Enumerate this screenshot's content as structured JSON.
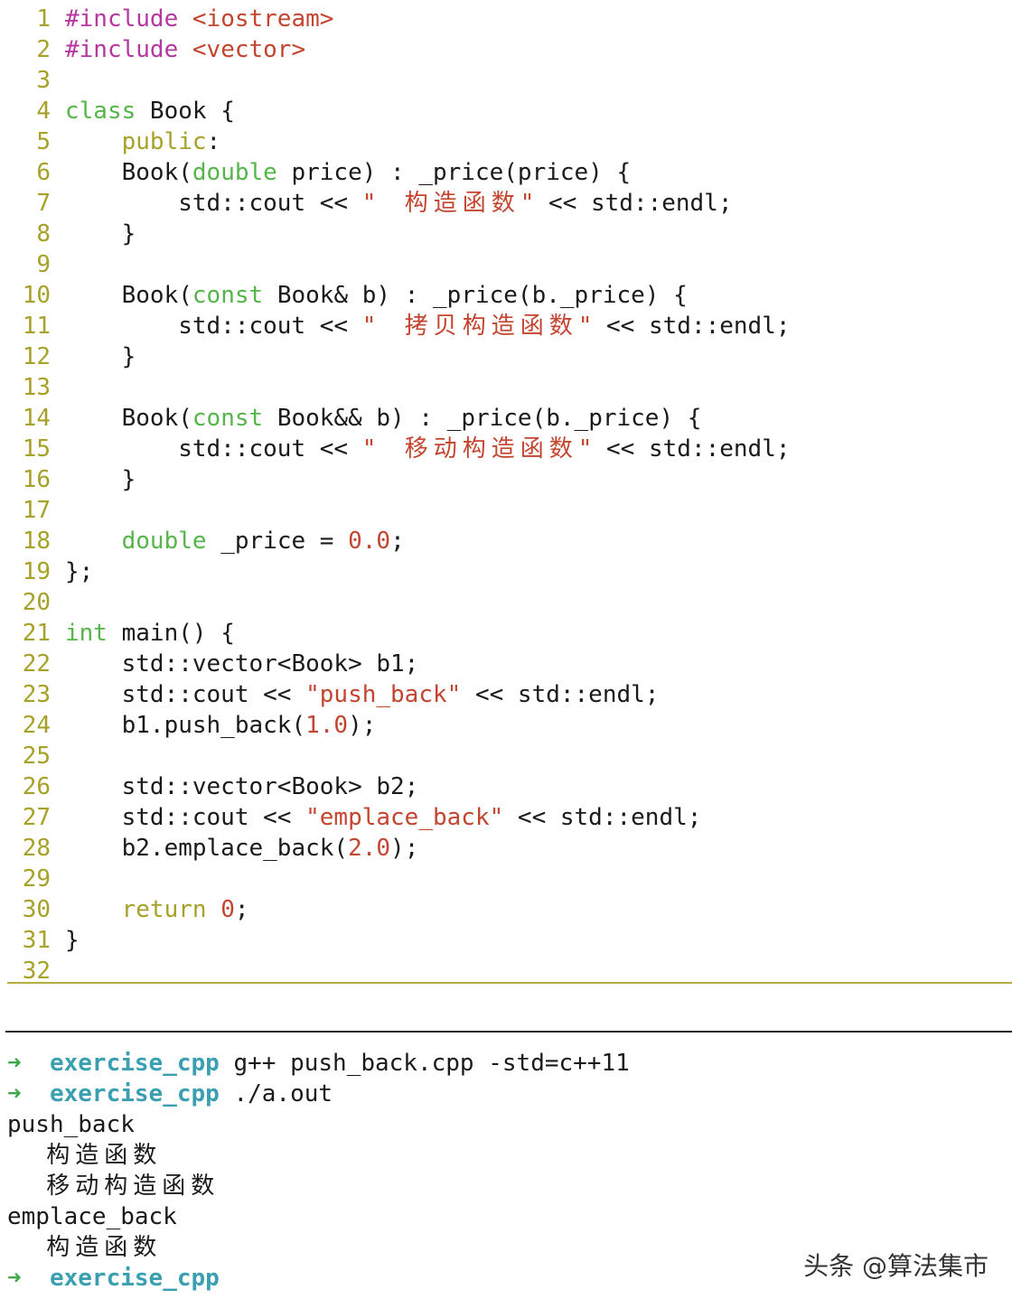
{
  "editor": {
    "lines": [
      {
        "n": "1",
        "tokens": [
          {
            "t": "#include",
            "c": "kw-pre"
          },
          {
            "t": " ",
            "c": "plain"
          },
          {
            "t": "<iostream>",
            "c": "str"
          }
        ]
      },
      {
        "n": "2",
        "tokens": [
          {
            "t": "#include",
            "c": "kw-pre"
          },
          {
            "t": " ",
            "c": "plain"
          },
          {
            "t": "<vector>",
            "c": "str"
          }
        ]
      },
      {
        "n": "3",
        "tokens": []
      },
      {
        "n": "4",
        "tokens": [
          {
            "t": "class",
            "c": "kw-type"
          },
          {
            "t": " Book {",
            "c": "plain"
          }
        ]
      },
      {
        "n": "5",
        "tokens": [
          {
            "t": "    ",
            "c": "plain"
          },
          {
            "t": "public",
            "c": "kw-acc"
          },
          {
            "t": ":",
            "c": "plain"
          }
        ]
      },
      {
        "n": "6",
        "tokens": [
          {
            "t": "    Book(",
            "c": "plain"
          },
          {
            "t": "double",
            "c": "kw-type"
          },
          {
            "t": " price) : _price(price) {",
            "c": "plain"
          }
        ]
      },
      {
        "n": "7",
        "tokens": [
          {
            "t": "        std::cout << ",
            "c": "plain"
          },
          {
            "t": "\"  ",
            "c": "str"
          },
          {
            "t": "构造函数",
            "c": "str cn"
          },
          {
            "t": "\"",
            "c": "str"
          },
          {
            "t": " << std::endl;",
            "c": "plain"
          }
        ]
      },
      {
        "n": "8",
        "tokens": [
          {
            "t": "    }",
            "c": "plain"
          }
        ]
      },
      {
        "n": "9",
        "tokens": []
      },
      {
        "n": "10",
        "tokens": [
          {
            "t": "    Book(",
            "c": "plain"
          },
          {
            "t": "const",
            "c": "kw-type"
          },
          {
            "t": " Book& b) : _price(b._price) {",
            "c": "plain"
          }
        ]
      },
      {
        "n": "11",
        "tokens": [
          {
            "t": "        std::cout << ",
            "c": "plain"
          },
          {
            "t": "\"  ",
            "c": "str"
          },
          {
            "t": "拷贝构造函数",
            "c": "str cn"
          },
          {
            "t": "\"",
            "c": "str"
          },
          {
            "t": " << std::endl;",
            "c": "plain"
          }
        ]
      },
      {
        "n": "12",
        "tokens": [
          {
            "t": "    }",
            "c": "plain"
          }
        ]
      },
      {
        "n": "13",
        "tokens": []
      },
      {
        "n": "14",
        "tokens": [
          {
            "t": "    Book(",
            "c": "plain"
          },
          {
            "t": "const",
            "c": "kw-type"
          },
          {
            "t": " Book&& b) : _price(b._price) {",
            "c": "plain"
          }
        ]
      },
      {
        "n": "15",
        "tokens": [
          {
            "t": "        std::cout << ",
            "c": "plain"
          },
          {
            "t": "\"  ",
            "c": "str"
          },
          {
            "t": "移动构造函数",
            "c": "str cn"
          },
          {
            "t": "\"",
            "c": "str"
          },
          {
            "t": " << std::endl;",
            "c": "plain"
          }
        ]
      },
      {
        "n": "16",
        "tokens": [
          {
            "t": "    }",
            "c": "plain"
          }
        ]
      },
      {
        "n": "17",
        "tokens": []
      },
      {
        "n": "18",
        "tokens": [
          {
            "t": "    ",
            "c": "plain"
          },
          {
            "t": "double",
            "c": "kw-type"
          },
          {
            "t": " _price = ",
            "c": "plain"
          },
          {
            "t": "0.0",
            "c": "num"
          },
          {
            "t": ";",
            "c": "plain"
          }
        ]
      },
      {
        "n": "19",
        "tokens": [
          {
            "t": "};",
            "c": "plain"
          }
        ]
      },
      {
        "n": "20",
        "tokens": []
      },
      {
        "n": "21",
        "tokens": [
          {
            "t": "int",
            "c": "kw-type"
          },
          {
            "t": " main() {",
            "c": "plain"
          }
        ]
      },
      {
        "n": "22",
        "tokens": [
          {
            "t": "    std::vector<Book> b1;",
            "c": "plain"
          }
        ]
      },
      {
        "n": "23",
        "tokens": [
          {
            "t": "    std::cout << ",
            "c": "plain"
          },
          {
            "t": "\"push_back\"",
            "c": "str"
          },
          {
            "t": " << std::endl;",
            "c": "plain"
          }
        ]
      },
      {
        "n": "24",
        "tokens": [
          {
            "t": "    b1.push_back(",
            "c": "plain"
          },
          {
            "t": "1.0",
            "c": "num"
          },
          {
            "t": ");",
            "c": "plain"
          }
        ]
      },
      {
        "n": "25",
        "tokens": []
      },
      {
        "n": "26",
        "tokens": [
          {
            "t": "    std::vector<Book> b2;",
            "c": "plain"
          }
        ]
      },
      {
        "n": "27",
        "tokens": [
          {
            "t": "    std::cout << ",
            "c": "plain"
          },
          {
            "t": "\"emplace_back\"",
            "c": "str"
          },
          {
            "t": " << std::endl;",
            "c": "plain"
          }
        ]
      },
      {
        "n": "28",
        "tokens": [
          {
            "t": "    b2.emplace_back(",
            "c": "plain"
          },
          {
            "t": "2.0",
            "c": "num"
          },
          {
            "t": ");",
            "c": "plain"
          }
        ]
      },
      {
        "n": "29",
        "tokens": []
      },
      {
        "n": "30",
        "tokens": [
          {
            "t": "    ",
            "c": "plain"
          },
          {
            "t": "return",
            "c": "kw-acc"
          },
          {
            "t": " ",
            "c": "plain"
          },
          {
            "t": "0",
            "c": "num"
          },
          {
            "t": ";",
            "c": "plain"
          }
        ]
      },
      {
        "n": "31",
        "tokens": [
          {
            "t": "}",
            "c": "plain"
          }
        ]
      },
      {
        "n": "32",
        "tokens": []
      }
    ]
  },
  "terminal": {
    "prompt_arrow": "➜",
    "dir_name": "exercise_cpp",
    "cmd1": "g++ push_back.cpp -std=c++11",
    "cmd2": "./a.out",
    "out1": "push_back",
    "out2": "  构造函数",
    "out3": "  移动构造函数",
    "out4": "emplace_back",
    "out5": "  构造函数"
  },
  "watermark": "头条 @算法集市",
  "colors": {
    "preprocessor": "#b5379f",
    "type_keyword": "#56b54a",
    "access_keyword": "#a7a12a",
    "string_number": "#c4452f",
    "prompt_arrow": "#3fa84a",
    "dir": "#3a9fb1"
  }
}
